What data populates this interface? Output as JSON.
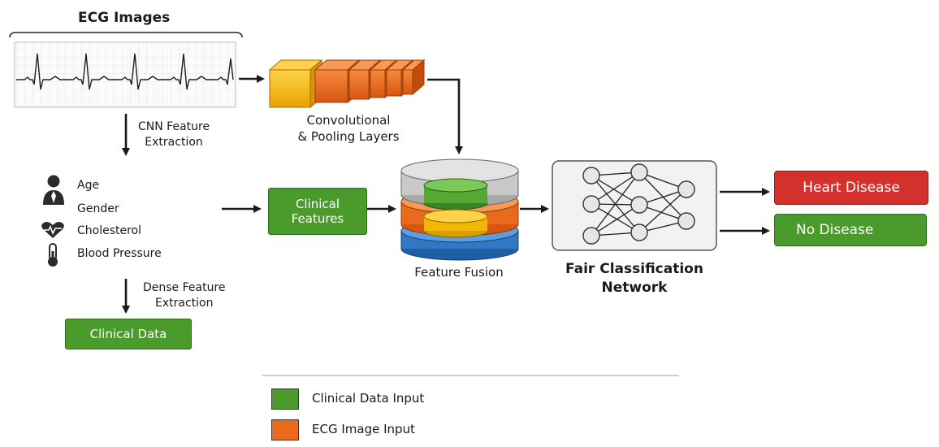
{
  "ecg": {
    "title": "ECG Images"
  },
  "cnn": {
    "label_line1": "CNN Feature",
    "label_line2": "Extraction"
  },
  "conv": {
    "label_line1": "Convolutional",
    "label_line2": "& Pooling Layers"
  },
  "clinical_panel": {
    "items": [
      "Age",
      "Gender",
      "Cholesterol",
      "Blood Pressure"
    ],
    "icons": [
      "person-icon",
      "heart-icon",
      "thermometer-icon"
    ]
  },
  "clinical_features": {
    "line1": "Clinical",
    "line2": "Features"
  },
  "dense": {
    "label_line1": "Dense Feature",
    "label_line2": "Extraction"
  },
  "clinical_data": {
    "label": "Clinical Data"
  },
  "fusion": {
    "label": "Feature Fusion"
  },
  "network": {
    "label_line1": "Fair Classification",
    "label_line2": "Network"
  },
  "outputs": {
    "heart_disease": "Heart Disease",
    "no_disease": "No Disease"
  },
  "legend": {
    "items": [
      {
        "label": "Clinical Data Input",
        "color": "#4a9a2c"
      },
      {
        "label": "ECG Image Input",
        "color": "#ea6a1c"
      }
    ]
  },
  "colors": {
    "green": "#4a9a2c",
    "orange": "#ea6a1c",
    "yellow": "#f2b705",
    "red": "#d2322b",
    "blue": "#2f78c4",
    "gray": "#c9c9c9"
  }
}
